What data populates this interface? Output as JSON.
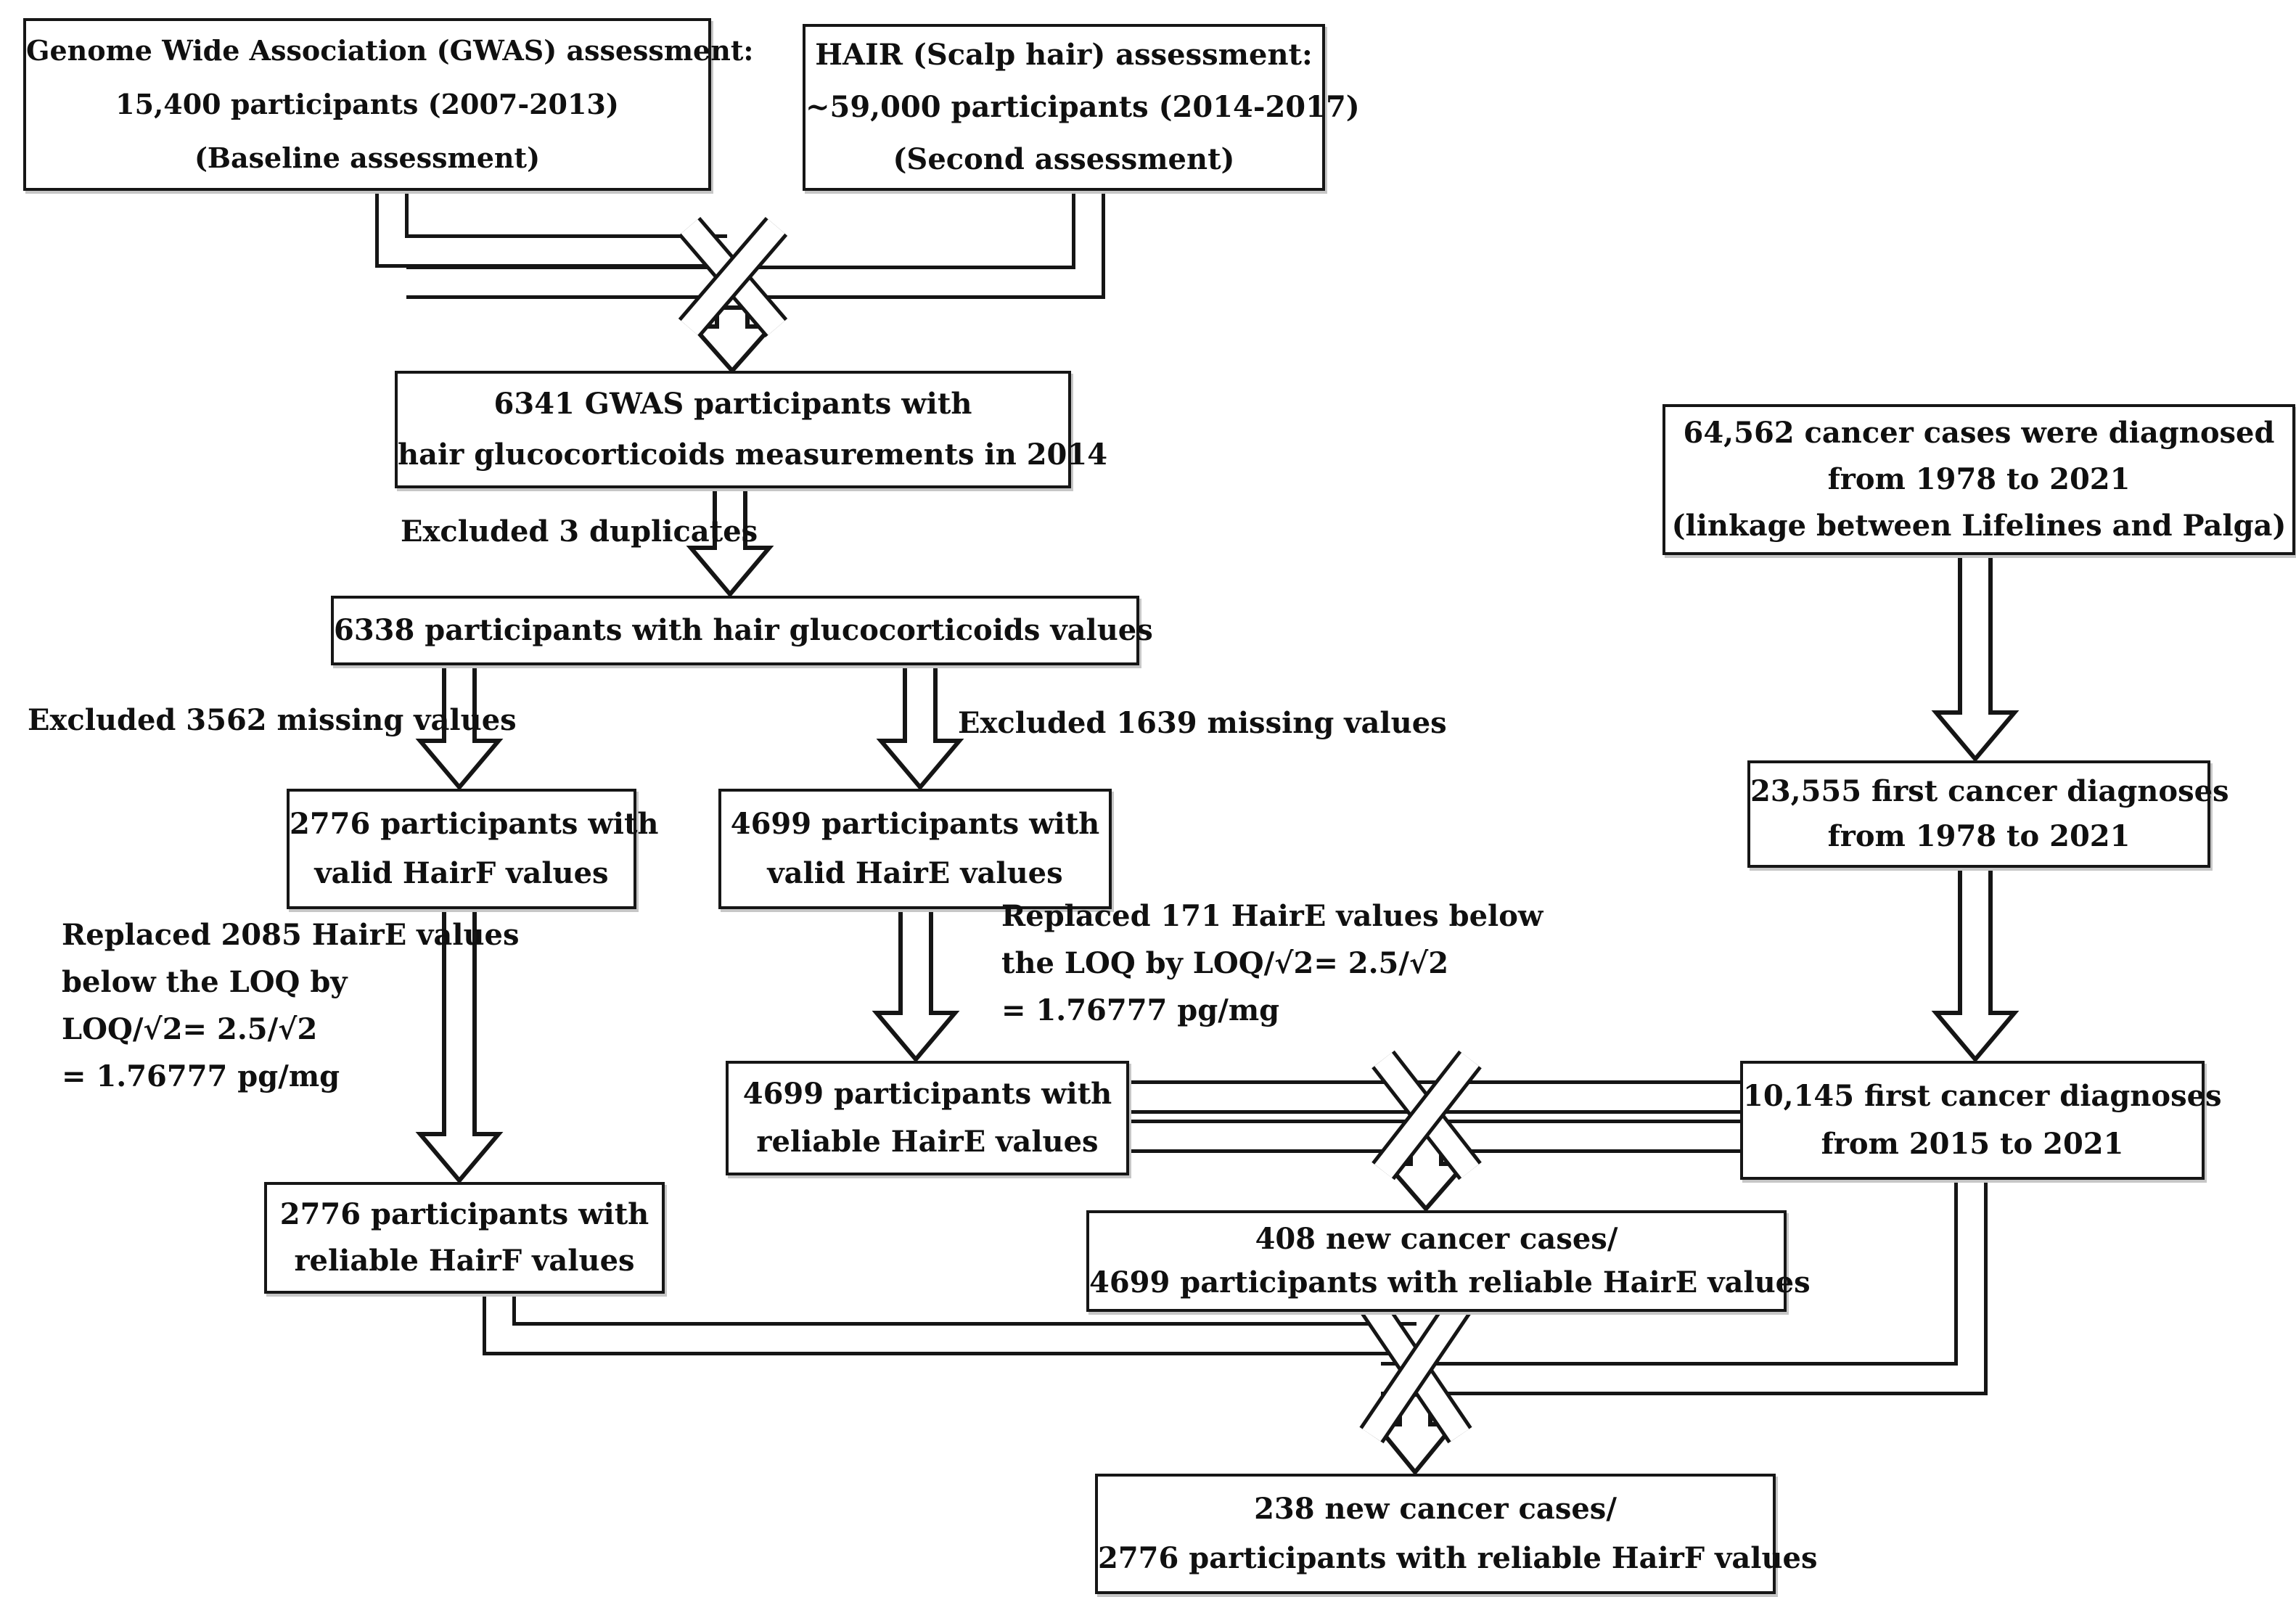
{
  "colors": {
    "ink": "#151515",
    "box_background": "#ffffff",
    "box_border": "#161616",
    "scan_shadow": "#c6c6c6"
  },
  "nodes": {
    "gwas": {
      "lines": [
        "Genome Wide Association (GWAS) assessment:",
        "15,400 participants (2007-2013)",
        "(Baseline assessment)"
      ]
    },
    "hair": {
      "lines": [
        "HAIR (Scalp hair) assessment:",
        "~59,000 participants (2014-2017)",
        "(Second assessment)"
      ]
    },
    "gwas6341": {
      "lines": [
        "6341 GWAS participants with",
        "hair glucocorticoids measurements in 2014"
      ]
    },
    "p6338": {
      "lines": [
        "6338 participants with hair glucocorticoids values"
      ]
    },
    "hairf_valid": {
      "lines": [
        "2776 participants with",
        "valid HairF values"
      ]
    },
    "haire_valid": {
      "lines": [
        "4699 participants with",
        "valid HairE values"
      ]
    },
    "haire_reliable": {
      "lines": [
        "4699 participants with",
        "reliable HairE values"
      ]
    },
    "hairf_reliable": {
      "lines": [
        "2776 participants with",
        "reliable HairF values"
      ]
    },
    "cancer64562": {
      "lines": [
        "64,562 cancer cases were diagnosed",
        "from 1978 to 2021",
        "(linkage between Lifelines and Palga)"
      ]
    },
    "first23555": {
      "lines": [
        "23,555 first cancer diagnoses",
        "from 1978 to 2021"
      ]
    },
    "first10145": {
      "lines": [
        "10,145 first cancer diagnoses",
        "from 2015 to 2021"
      ]
    },
    "cases408": {
      "lines": [
        "408 new cancer cases/",
        "4699 participants with reliable HairE values"
      ]
    },
    "cases238": {
      "lines": [
        "238 new cancer cases/",
        "2776 participants with reliable HairF values"
      ]
    }
  },
  "labels": {
    "excluded_duplicates": {
      "lines": [
        "Excluded 3 duplicates"
      ]
    },
    "excluded_3562": {
      "lines": [
        "Excluded 3562 missing values"
      ]
    },
    "excluded_1639": {
      "lines": [
        "Excluded 1639 missing values"
      ]
    },
    "replaced_2085": {
      "lines": [
        "Replaced 2085 HairE values",
        "below the LOQ by",
        "LOQ/√2= 2.5/√2",
        "= 1.76777 pg/mg"
      ]
    },
    "replaced_171": {
      "lines": [
        "Replaced 171 HairE values below",
        "the LOQ by  LOQ/√2= 2.5/√2",
        "= 1.76777 pg/mg"
      ]
    }
  },
  "edges": [
    {
      "from": "gwas",
      "to": "gwas6341",
      "label": ""
    },
    {
      "from": "hair",
      "to": "gwas6341",
      "label": ""
    },
    {
      "from": "gwas6341",
      "to": "p6338",
      "label": "Excluded 3 duplicates"
    },
    {
      "from": "p6338",
      "to": "hairf_valid",
      "label": "Excluded 3562 missing values"
    },
    {
      "from": "p6338",
      "to": "haire_valid",
      "label": "Excluded 1639 missing values"
    },
    {
      "from": "hairf_valid",
      "to": "hairf_reliable",
      "label": "Replaced 2085 HairE values below the LOQ by LOQ/√2= 2.5/√2 = 1.76777 pg/mg"
    },
    {
      "from": "haire_valid",
      "to": "haire_reliable",
      "label": "Replaced 171 HairE values below the LOQ by LOQ/√2= 2.5/√2 = 1.76777 pg/mg"
    },
    {
      "from": "cancer64562",
      "to": "first23555",
      "label": ""
    },
    {
      "from": "first23555",
      "to": "first10145",
      "label": ""
    },
    {
      "from": "haire_reliable",
      "to": "cases408",
      "label": ""
    },
    {
      "from": "first10145",
      "to": "cases408",
      "label": ""
    },
    {
      "from": "hairf_reliable",
      "to": "cases238",
      "label": ""
    },
    {
      "from": "first10145",
      "to": "cases238",
      "label": ""
    }
  ]
}
